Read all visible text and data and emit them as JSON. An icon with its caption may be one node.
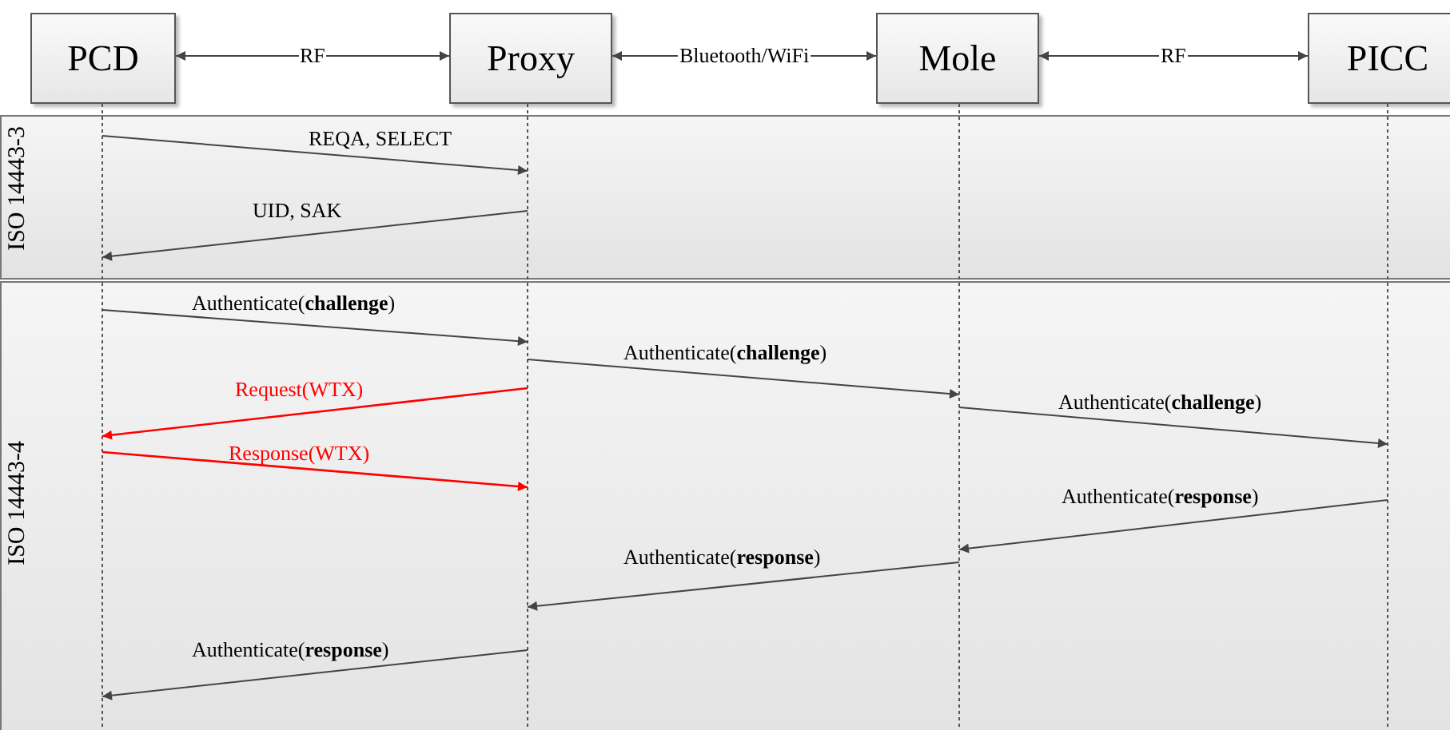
{
  "diagram": {
    "nodes": [
      {
        "text": [
          "PCD"
        ]
      },
      {
        "text": [
          "Proxy"
        ]
      },
      {
        "text": [
          "Mole"
        ]
      },
      {
        "text": [
          "PICC"
        ]
      }
    ],
    "edges": [
      {
        "from": 0,
        "to": 1,
        "arrow": "both",
        "label": "RF"
      },
      {
        "from": 1,
        "to": 2,
        "arrow": "both",
        "label": "Bluetooth/WiFi"
      },
      {
        "from": 2,
        "to": 3,
        "arrow": "both",
        "label": "RF"
      },
      {
        "from": 0,
        "to": 1,
        "arrow": "to",
        "label": "REQA, SELECT"
      },
      {
        "from": 1,
        "to": 0,
        "arrow": "to",
        "label": "UID, SAK"
      },
      {
        "from": 0,
        "to": 1,
        "arrow": "to",
        "label": "Authenticate(**challenge**)"
      },
      {
        "from": 1,
        "to": 2,
        "arrow": "to",
        "label": "Authenticate(**challenge**)"
      },
      {
        "from": 1,
        "to": 0,
        "arrow": "to",
        "label": "Request(WTX)",
        "color": "#ff0000"
      },
      {
        "from": 2,
        "to": 3,
        "arrow": "to",
        "label": "Authenticate(**challenge**)"
      },
      {
        "from": 0,
        "to": 1,
        "arrow": "to",
        "label": "Response(WTX)",
        "color": "#ff0000"
      },
      {
        "from": 3,
        "to": 2,
        "arrow": "to",
        "label": "Authenticate(**response**)"
      },
      {
        "from": 2,
        "to": 1,
        "arrow": "to",
        "label": "Authenticate(**response**)"
      },
      {
        "from": 1,
        "to": 0,
        "arrow": "to",
        "label": "Authenticate(**response**)"
      }
    ],
    "labels": [
      "ISO 14443-3",
      "ISO 14443-4"
    ]
  }
}
